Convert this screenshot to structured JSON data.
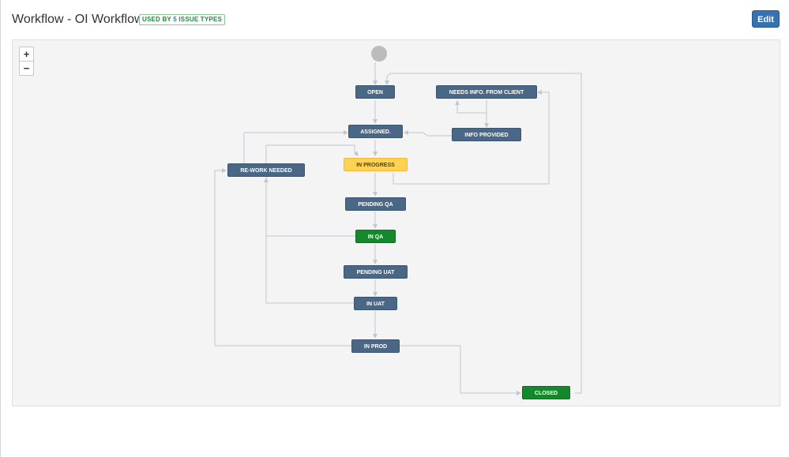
{
  "header": {
    "title": "Workflow - OI Workflow",
    "badge_prefix": "USED BY",
    "badge_count": "5",
    "badge_suffix": "ISSUE TYPES",
    "edit_label": "Edit"
  },
  "zoom": {
    "in_label": "+",
    "out_label": "−"
  },
  "statuses": {
    "open": "OPEN",
    "needs_info": "NEEDS INFO. FROM CLIENT",
    "assigned": "ASSIGNED.",
    "info_provided": "INFO PROVIDED",
    "rework_needed": "RE-WORK NEEDED",
    "in_progress": "IN PROGRESS",
    "pending_qa": "PENDING QA",
    "in_qa": "IN QA",
    "pending_uat": "PENDING UAT",
    "in_uat": "IN UAT",
    "in_prod": "IN PROD",
    "closed": "CLOSED"
  },
  "colors": {
    "status_blue": "#4a6785",
    "status_green": "#14892c",
    "status_yellow": "#ffd351",
    "edit_button": "#3572b0",
    "badge_green": "#1e8c3b",
    "edge_gray": "#c1c7d0"
  }
}
